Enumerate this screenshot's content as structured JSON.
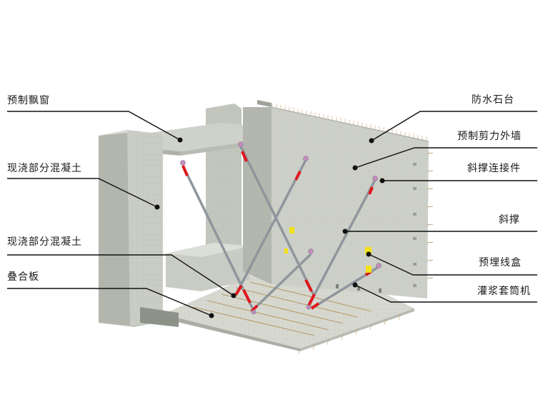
{
  "labels": {
    "prefab_bay_window": "预制飘窗",
    "cast_in_place_1": "现浇部分混凝土",
    "cast_in_place_2": "现浇部分混凝土",
    "composite_slab": "叠合板",
    "waterproof_stone_ledge": "防水石台",
    "prefab_shear_wall": "预制剪力外墙",
    "brace_connector": "斜撑连接件",
    "diagonal_brace": "斜撑",
    "embedded_junction_box": "预埋线盒",
    "grout_sleeve": "灌浆套筒机"
  },
  "colors": {
    "concrete_light": "#d3d6cf",
    "concrete_mid": "#bcc0b8",
    "concrete_dark": "#9ea399",
    "brace_steel": "#8f969c",
    "brace_red": "#e0161d",
    "junction_box": "#f2e21a",
    "leader_line": "#111111"
  }
}
